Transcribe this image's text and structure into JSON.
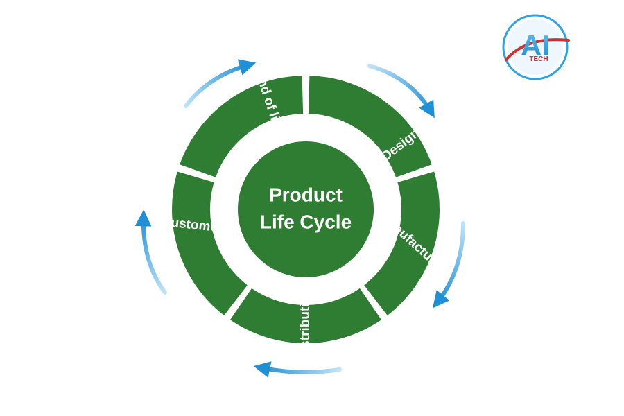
{
  "center": {
    "line1": "Product",
    "line2": "Life Cycle"
  },
  "stages": [
    "Design",
    "Manufacturing",
    "Distribution",
    "Customer",
    "End of life"
  ],
  "logo": {
    "main": "AI",
    "sub": "TECH"
  },
  "colors": {
    "segment": "#2e7d32",
    "arrow": "#1f8fd6",
    "arrow_light": "#bfe3f7",
    "logo_blue": "#2aa3e6",
    "logo_red": "#d32f2f"
  }
}
